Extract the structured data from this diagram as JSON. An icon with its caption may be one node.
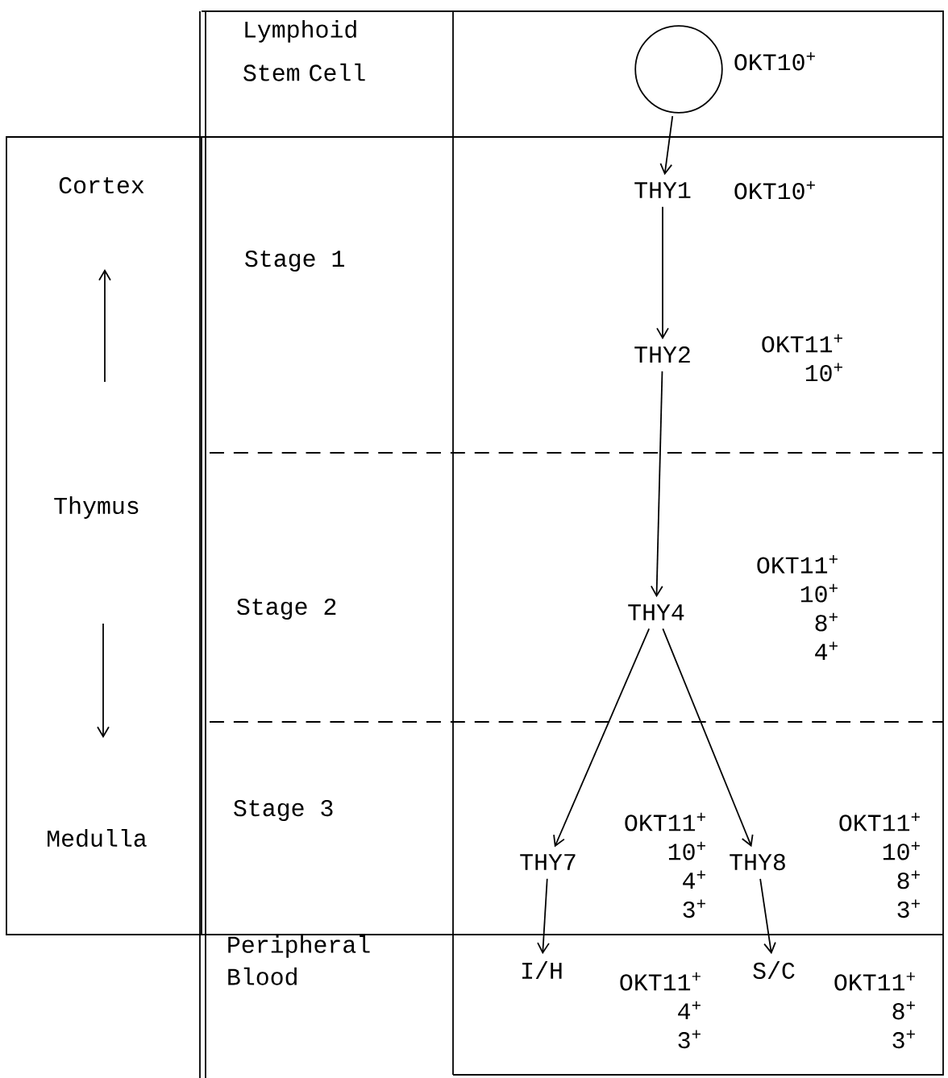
{
  "diagram": {
    "nodes": [
      {
        "text": [],
        "shape": "circle",
        "beside": [
          "OKT10$^{+}$"
        ]
      },
      {
        "text": [
          "THY1"
        ],
        "beside": [
          "OKT10$^{+}$"
        ]
      },
      {
        "text": [
          "THY2"
        ],
        "beside": [
          "OKT11$^{+}$",
          "10$^{+}$"
        ]
      },
      {
        "text": [
          "THY4"
        ],
        "beside": [
          "OKT11$^{+}$",
          "10$^{+}$",
          "8$^{+}$",
          "4$^{+}$"
        ]
      },
      {
        "text": [
          "THY7"
        ],
        "beside": [
          "OKT11$^{+}$",
          "10$^{+}$",
          "4$^{+}$",
          "3$^{+}$"
        ]
      },
      {
        "text": [
          "THY8"
        ],
        "beside": [
          "OKT11$^{+}$",
          "10$^{+}$",
          "8$^{+}$",
          "3$^{+}$"
        ]
      },
      {
        "text": [
          "I/H"
        ],
        "beside": [
          "OKT11$^{+}$",
          "4$^{+}$",
          "3$^{+}$"
        ]
      },
      {
        "text": [
          "S/C"
        ],
        "beside": [
          "OKT11$^{+}$",
          "8$^{+}$",
          "3$^{+}$"
        ]
      }
    ],
    "edges": [
      {
        "from": 0,
        "to": 1,
        "arrow": "to"
      },
      {
        "from": 1,
        "to": 2,
        "arrow": "to"
      },
      {
        "from": 2,
        "to": 3,
        "arrow": "to"
      },
      {
        "from": 3,
        "to": 4,
        "arrow": "to"
      },
      {
        "from": 3,
        "to": 5,
        "arrow": "to"
      },
      {
        "from": 4,
        "to": 6,
        "arrow": "to"
      },
      {
        "from": 5,
        "to": 7,
        "arrow": "to"
      }
    ],
    "labels": [
      "Lymphoid Stem Cell",
      "Cortex",
      "Stage 1",
      "Thymus",
      "Stage 2",
      "Stage 3",
      "Medulla",
      "Peripheral Blood"
    ]
  }
}
